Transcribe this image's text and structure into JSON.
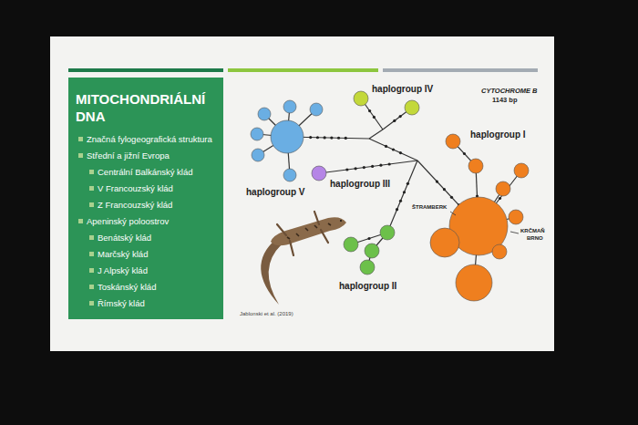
{
  "diagram": {
    "title": "MITOCHONDRIÁLNÍ DNA",
    "caption": "Jablonski et al. (2019)",
    "nodes": [
      {
        "text": [
          "Značná fylogeografická struktura",
          "Střední a jižní Evropa",
          "Centrální Balkánský klád",
          "V Francouzský klád",
          "Z Francouzský klád",
          "Apeninský poloostrov",
          "Benátský klád",
          "Marčský klád",
          "J Alpský klád",
          "Toskánský klád",
          "Římský klád"
        ]
      }
    ],
    "labels": [
      "CYTOCHROME B",
      "1143 bp",
      "haplogroup IV",
      "haplogroup V",
      "haplogroup III",
      "haplogroup I",
      "haplogroup II",
      "ŠTRAMBERK",
      "KRČMAŇ",
      "BRNO"
    ]
  }
}
